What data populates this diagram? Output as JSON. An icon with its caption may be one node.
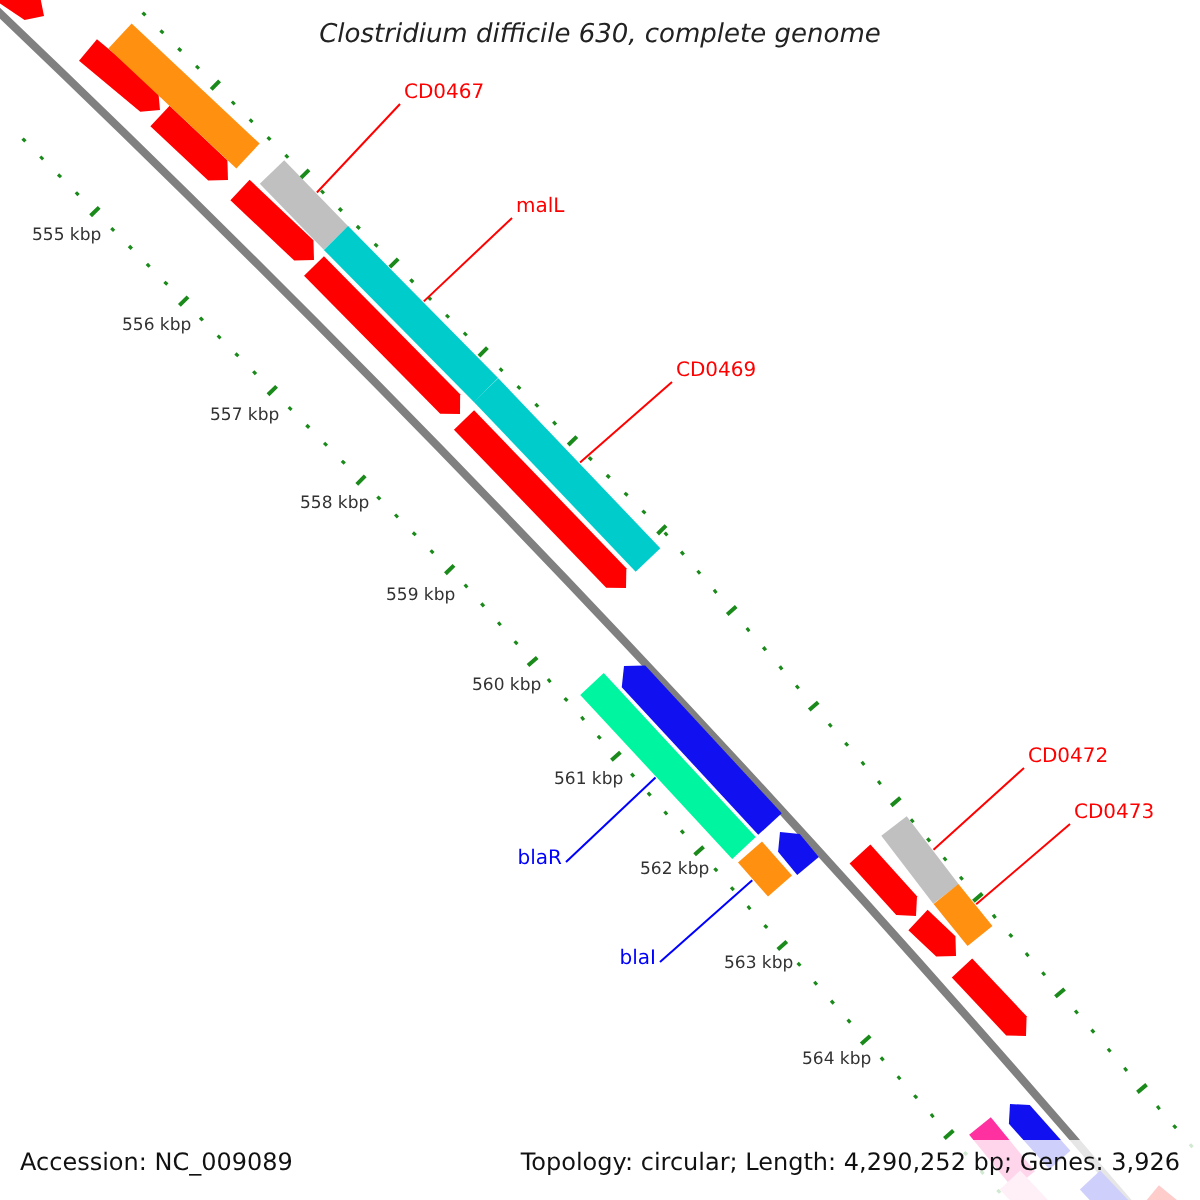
{
  "diagram": {
    "title": "Clostridium difficile 630, complete genome",
    "nodes": [
      {
        "text": [
          "CD0467"
        ]
      },
      {
        "text": [],
        "shape": "bar"
      },
      {
        "text": [
          "malL"
        ]
      },
      {
        "text": [],
        "shape": "bar"
      },
      {
        "text": [
          "CD0469"
        ]
      },
      {
        "text": [],
        "shape": "bar"
      },
      {
        "text": [
          "blaR"
        ]
      },
      {
        "text": [],
        "shape": "bar"
      },
      {
        "text": [
          "blaI"
        ]
      },
      {
        "text": [],
        "shape": "bar"
      },
      {
        "text": [
          "CD0472"
        ]
      },
      {
        "text": [],
        "shape": "bar"
      },
      {
        "text": [
          "CD0473"
        ]
      },
      {
        "text": [],
        "shape": "bar"
      },
      {
        "text": [],
        "shape": "bar"
      },
      {
        "text": [],
        "shape": "bar"
      },
      {
        "text": [],
        "shape": "bar"
      },
      {
        "text": [],
        "shape": "bar"
      },
      {
        "text": [],
        "shape": "bar"
      },
      {
        "text": [],
        "shape": "bar"
      },
      {
        "text": [],
        "shape": "bar"
      },
      {
        "text": [],
        "shape": "bar"
      },
      {
        "text": [],
        "shape": "bar"
      },
      {
        "text": [],
        "shape": "bar"
      },
      {
        "text": [],
        "shape": "bar"
      },
      {
        "text": [],
        "shape": "bar"
      },
      {
        "text": [],
        "shape": "bar"
      },
      {
        "text": [],
        "shape": "bar"
      },
      {
        "text": [],
        "shape": "bar"
      },
      {
        "text": [],
        "shape": "bar"
      },
      {
        "text": [],
        "shape": "bar"
      }
    ],
    "edges": [
      {
        "from": 0,
        "to": 1,
        "arrow": "none"
      },
      {
        "from": 2,
        "to": 3,
        "arrow": "none"
      },
      {
        "from": 4,
        "to": 5,
        "arrow": "none"
      },
      {
        "from": 6,
        "to": 7,
        "arrow": "none",
        "color": "#0000ff"
      },
      {
        "from": 8,
        "to": 9,
        "arrow": "none",
        "color": "#0000ff"
      },
      {
        "from": 10,
        "to": 11,
        "arrow": "none"
      },
      {
        "from": 12,
        "to": 13,
        "arrow": "none"
      }
    ],
    "labels": [
      "555 kbp",
      "556 kbp",
      "557 kbp",
      "558 kbp",
      "559 kbp",
      "560 kbp",
      "561 kbp",
      "562 kbp",
      "563 kbp",
      "564 kbp",
      "Accession: NC_009089",
      "Topology: circular; Length: 4,290,252 bp; Genes: 3,926"
    ]
  }
}
